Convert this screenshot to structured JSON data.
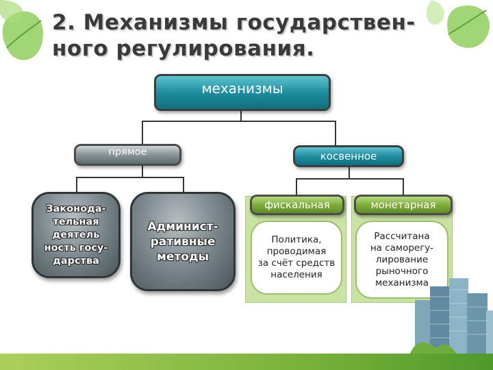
{
  "title": {
    "line1": "2. Механизмы государствен-",
    "line2": "ного регулирования."
  },
  "diagram": {
    "root": "механизмы",
    "direct": {
      "label": "прямое",
      "children": [
        "Законода-\nтельная\nдеятель\nность госу-\nдарства",
        "Админист-\nративные\nметоды"
      ]
    },
    "indirect": {
      "label": "косвенное",
      "fiscal": {
        "label": "фискальная",
        "description": "Политика,\nпроводимая\nза счёт средств\nнаселения"
      },
      "monetary": {
        "label": "монетарная",
        "description": "Рассчитана\nна саморегу-\nлирование\nрыночного\nмеханизма"
      }
    }
  },
  "colors": {
    "teal": "#1f8ea0",
    "green": "#7aa936",
    "gray": "#7f8b8f",
    "panel": "#c9e3a3"
  },
  "icons": [
    "leaf-icon",
    "buildings-icon"
  ]
}
